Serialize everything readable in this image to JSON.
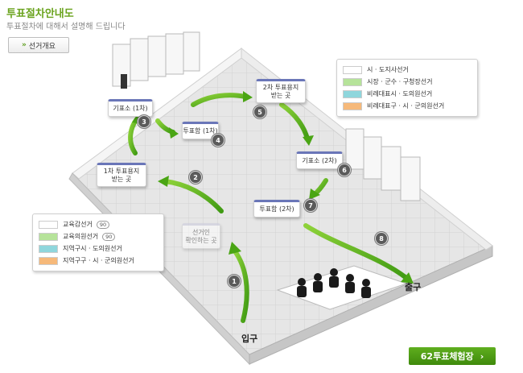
{
  "header": {
    "title": "투표절차안내도",
    "subtitle": "투표절차에 대해서 설명해 드립니다"
  },
  "overview_button": {
    "label": "선거개요"
  },
  "steps": [
    {
      "number": "1",
      "label": ""
    },
    {
      "number": "2",
      "label": "선거인\n확인하는 곳"
    },
    {
      "number": "3",
      "label": "기표소 (1차)"
    },
    {
      "number": "4",
      "label": "투표함 (1차)"
    },
    {
      "number": "5",
      "label": "2차 투표용지\n받는 곳"
    },
    {
      "number": "6",
      "label": "기표소 (2차)"
    },
    {
      "number": "7",
      "label": "투표함 (2차)"
    },
    {
      "number": "8",
      "label": ""
    }
  ],
  "first_ballot_card": {
    "label": "1차 투표용지\n받는 곳"
  },
  "legend_first": [
    {
      "label": "교육감선거",
      "color": "#ffffff",
      "count": "90"
    },
    {
      "label": "교육의원선거",
      "color": "#b6e39a",
      "count": "90"
    },
    {
      "label": "지역구시 · 도의원선거",
      "color": "#8fd6dc"
    },
    {
      "label": "지역구구 · 시 · 군의원선거",
      "color": "#f6b97a"
    }
  ],
  "legend_second": [
    {
      "label": "시 · 도지사선거",
      "color": "#ffffff"
    },
    {
      "label": "시장 · 군수 · 구청장선거",
      "color": "#b6e39a"
    },
    {
      "label": "비례대표시 · 도의원선거",
      "color": "#8fd6dc"
    },
    {
      "label": "비례대표구 · 시 · 군의원선거",
      "color": "#f6b97a"
    }
  ],
  "entrance": "입구",
  "exit": "출구",
  "cta": {
    "label": "62투표체험장",
    "arrow": "›"
  },
  "icons": {
    "overview": "double-chevron-right-icon",
    "cta": "chevron-right-icon"
  }
}
